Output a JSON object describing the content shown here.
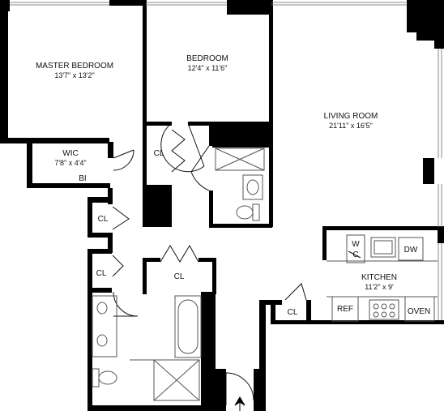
{
  "rooms": {
    "master_bedroom": {
      "name": "MASTER BEDROOM",
      "dims": "13'7\" x 13'2\""
    },
    "bedroom": {
      "name": "BEDROOM",
      "dims": "12'4\" x 11'6\""
    },
    "living_room": {
      "name": "LIVING ROOM",
      "dims": "21'11\" x 16'5\""
    },
    "wic": {
      "name": "WIC",
      "dims": "7'8\" x 4'4\""
    },
    "kitchen": {
      "name": "KITCHEN",
      "dims": "11'2\" x 9'"
    }
  },
  "labels": {
    "bi": "BI",
    "cl": "CL",
    "wc_top": "W",
    "wc_bottom": "C",
    "dw": "DW",
    "ref": "REF",
    "oven": "OVEN"
  },
  "colors": {
    "wall": "#000000",
    "fixture": "#555555",
    "background": "#ffffff"
  }
}
